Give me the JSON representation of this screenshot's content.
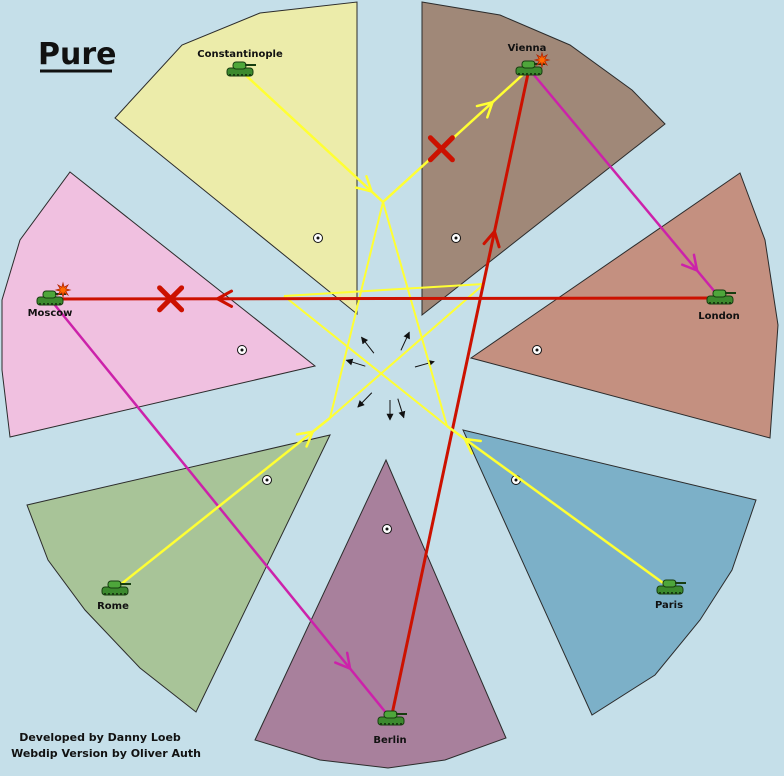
{
  "map": {
    "title": "Pure",
    "credits": [
      "Developed by Danny Loeb",
      "Webdip Version by Oliver Auth"
    ],
    "colors": {
      "background": "#c5dfe9",
      "border": "#2b2b2b",
      "move": "#ffff33",
      "attack": "#cc1100",
      "support": "#cc22aa",
      "hint_arrow": "#111111"
    },
    "territories": [
      {
        "id": "constantinople",
        "name": "Constantinople",
        "color": "#ececaa",
        "unit": "army",
        "dislodged": false
      },
      {
        "id": "vienna",
        "name": "Vienna",
        "color": "#a08878",
        "unit": "army",
        "dislodged": true
      },
      {
        "id": "london",
        "name": "London",
        "color": "#c49080",
        "unit": "army",
        "dislodged": false
      },
      {
        "id": "paris",
        "name": "Paris",
        "color": "#7cb0c8",
        "unit": "army",
        "dislodged": false
      },
      {
        "id": "berlin",
        "name": "Berlin",
        "color": "#a8809c",
        "unit": "army",
        "dislodged": false
      },
      {
        "id": "rome",
        "name": "Rome",
        "color": "#a8c498",
        "unit": "army",
        "dislodged": false
      },
      {
        "id": "moscow",
        "name": "Moscow",
        "color": "#f0c0e0",
        "unit": "army",
        "dislodged": true
      }
    ],
    "orders": [
      {
        "from": "constantinople",
        "to": "center",
        "kind": "move",
        "failed": false
      },
      {
        "from": "center",
        "to": "vienna",
        "kind": "move",
        "failed": true
      },
      {
        "from": "vienna",
        "to": "london",
        "kind": "support",
        "failed": false
      },
      {
        "from": "berlin",
        "to": "vienna",
        "kind": "attack",
        "failed": false
      },
      {
        "from": "london",
        "to": "moscow",
        "kind": "attack",
        "failed": true
      },
      {
        "from": "moscow",
        "to": "berlin",
        "kind": "support",
        "failed": false
      },
      {
        "from": "rome",
        "to": "center",
        "kind": "move",
        "failed": false
      },
      {
        "from": "paris",
        "to": "center",
        "kind": "move",
        "failed": false
      }
    ]
  }
}
